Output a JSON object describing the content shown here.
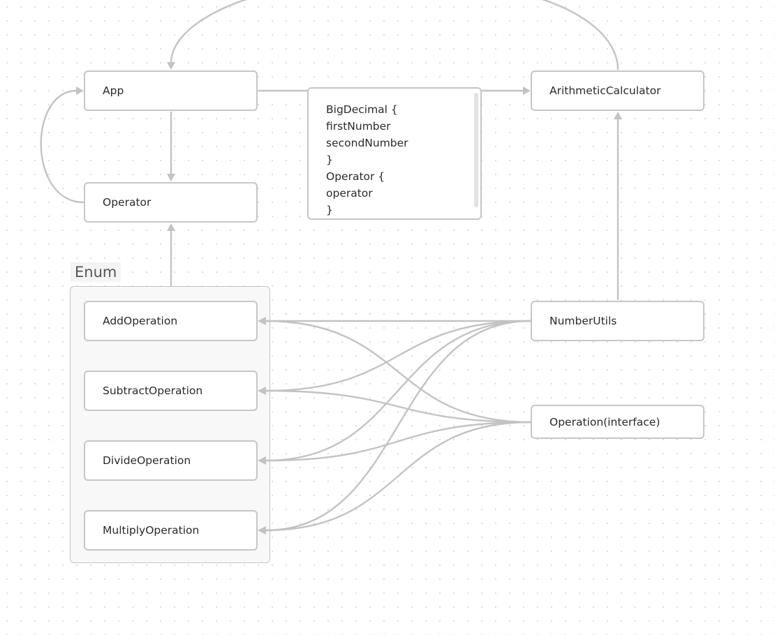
{
  "colors": {
    "edge": "#c3c3c3",
    "node_border": "#c6c6c6",
    "group_background": "#f8f8f8",
    "canvas_dots": "#dcdcdc"
  },
  "group": {
    "label": "Enum"
  },
  "nodes": {
    "app": "App",
    "operator": "Operator",
    "arithmetic_calculator": "ArithmeticCalculator",
    "add_operation": "AddOperation",
    "subtract_operation": "SubtractOperation",
    "divide_operation": "DivideOperation",
    "multiply_operation": "MultiplyOperation",
    "number_utils": "NumberUtils",
    "operation_interface": "Operation(interface)"
  },
  "note": {
    "lines": [
      "BigDecimal {",
      "firstNumber",
      "secondNumber",
      "}",
      "Operator {",
      "operator",
      "}"
    ]
  }
}
